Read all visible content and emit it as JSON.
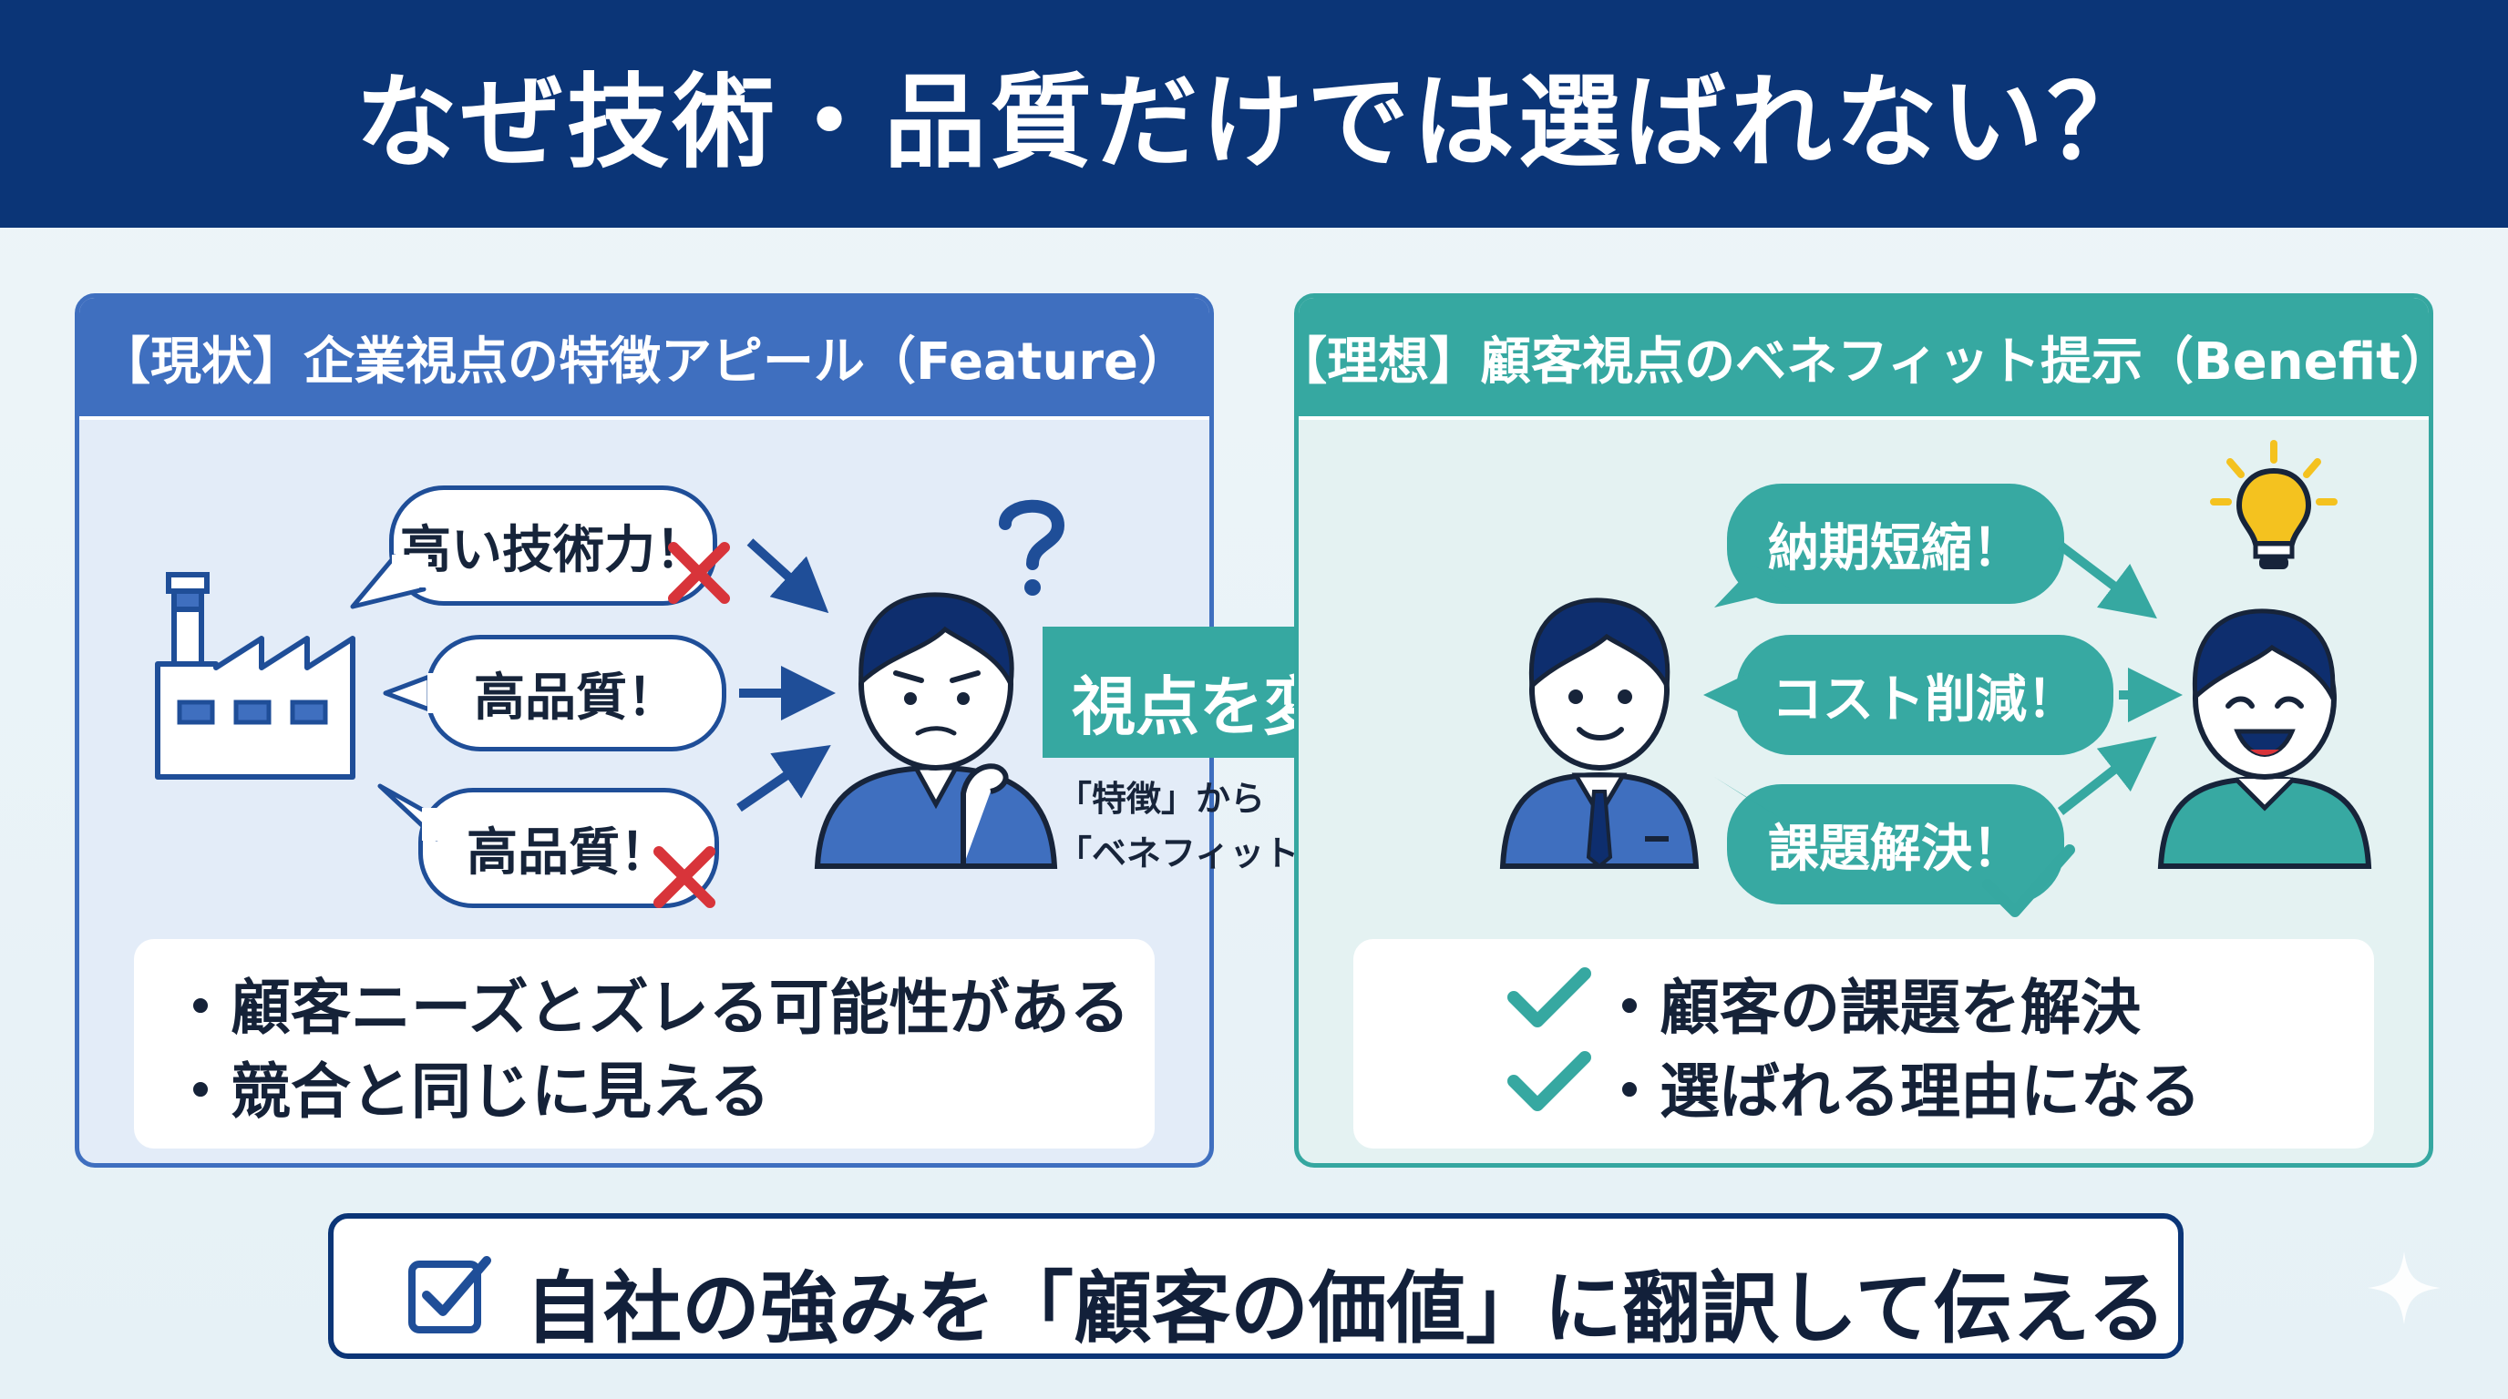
{
  "title": "なぜ技術・品質だけでは選ばれない？",
  "left": {
    "heading": "【現状】企業視点の特徴アピール（Feature）",
    "bubbles": [
      "高い技術力！",
      "高品質！",
      "高品質！"
    ],
    "points": [
      "・顧客ニーズとズレる可能性がある",
      "・競合と同じに見える"
    ]
  },
  "middle": {
    "arrow_label": "視点を変える",
    "sub_line1": "「特徴」から",
    "sub_line2": "「ベネフィット」へ"
  },
  "right": {
    "heading": "【理想】顧客視点のベネフィット提示（Benefit）",
    "bubbles": [
      "納期短縮！",
      "コスト削減！",
      "課題解決！"
    ],
    "points": [
      "・顧客の課題を解決",
      "・選ばれる理由になる"
    ]
  },
  "footer": {
    "text": "自社の強みを「顧客の価値」に翻訳して伝える"
  },
  "colors": {
    "navy": "#0b3577",
    "blue": "#3f6fbf",
    "teal": "#36a8a1",
    "red_x": "#d8343a",
    "bulb": "#f4c21f"
  },
  "icons": [
    "factory-icon",
    "question-mark-icon",
    "cross-icon",
    "check-icon",
    "lightbulb-icon",
    "checkbox-icon",
    "sparkle-icon"
  ]
}
